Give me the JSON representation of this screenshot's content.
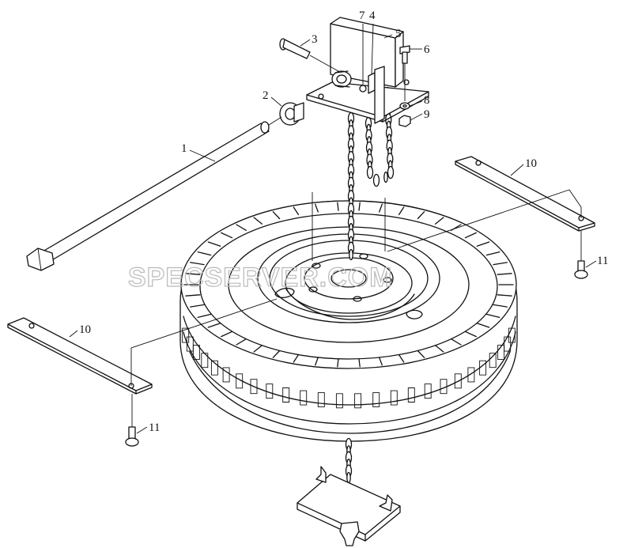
{
  "watermark": "SPECSERVER.COM",
  "callouts": [
    {
      "id": "c1",
      "label": "1"
    },
    {
      "id": "c2",
      "label": "2"
    },
    {
      "id": "c3",
      "label": "3"
    },
    {
      "id": "c4",
      "label": "4"
    },
    {
      "id": "c5",
      "label": "5"
    },
    {
      "id": "c6",
      "label": "6"
    },
    {
      "id": "c7",
      "label": "7"
    },
    {
      "id": "c8",
      "label": "8"
    },
    {
      "id": "c9",
      "label": "9"
    },
    {
      "id": "c10a",
      "label": "10"
    },
    {
      "id": "c10b",
      "label": "10"
    },
    {
      "id": "c11a",
      "label": "11"
    },
    {
      "id": "c11b",
      "label": "11"
    }
  ],
  "colors": {
    "line": "#111111",
    "background": "#ffffff",
    "watermark": "#b9b9b9"
  }
}
